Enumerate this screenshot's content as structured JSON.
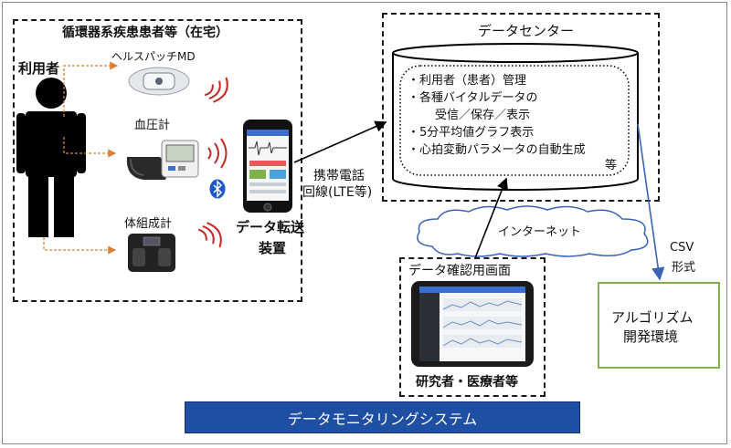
{
  "patient_section": {
    "title": "循環器系疾患患者等（在宅）",
    "user_label": "利用者",
    "devices": [
      {
        "name": "ヘルスパッチMD"
      },
      {
        "name": "血圧計"
      },
      {
        "name": "体組成計"
      }
    ],
    "transfer_device_label_1": "データ転送",
    "transfer_device_label_2": "装置"
  },
  "network": {
    "mobile_line_1": "携帯電話",
    "mobile_line_2": "回線(LTE等)",
    "internet_label": "インターネット"
  },
  "data_center": {
    "title": "データセンター",
    "functions": [
      "・利用者（患者）管理",
      "・各種バイタルデータの",
      "受信／保存／表示",
      "・5分平均値グラフ表示",
      "・心拍変動パラメータの自動生成"
    ],
    "etc": "等"
  },
  "viewer": {
    "title": "データ確認用画面",
    "caption": "研究者・医療者等"
  },
  "algorithm": {
    "csv_label_1": "CSV",
    "csv_label_2": "形式",
    "box_line_1": "アルゴリズム",
    "box_line_2": "開発環境"
  },
  "system_banner": "データモニタリングシステム",
  "colors": {
    "banner_bg": "#1f4fa3",
    "banner_text": "#ffffff",
    "csv_arrow": "#3a63b8",
    "algo_border": "#7fb24a",
    "dotted_arrow": "#d9823a",
    "signal": "#c62828",
    "bluetooth": "#1e57c8"
  },
  "icons": [
    "person-icon",
    "health-patch-icon",
    "blood-pressure-monitor-icon",
    "body-composition-scale-icon",
    "smartphone-icon",
    "bluetooth-icon",
    "cloud-icon",
    "database-cylinder-icon",
    "tablet-icon",
    "signal-wave-icon"
  ]
}
